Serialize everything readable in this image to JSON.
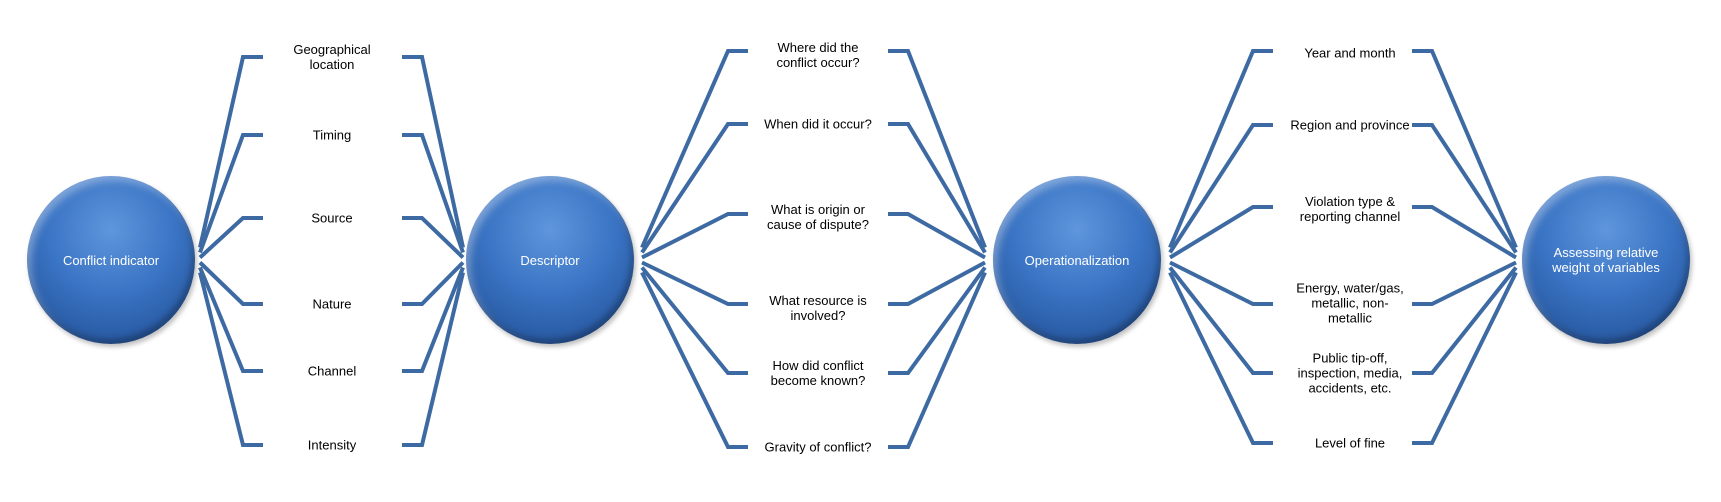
{
  "nodes": {
    "conflict_indicator": "Conflict indicator",
    "descriptor": "Descriptor",
    "operationalization": "Operationalization",
    "assessing": "Assessing relative weight of variables"
  },
  "group1": [
    "Geographical\nlocation",
    "Timing",
    "Source",
    "Nature",
    "Channel",
    "Intensity"
  ],
  "group2": [
    "Where did the\nconflict occur?",
    "When did it occur?",
    "What is origin  or\ncause of dispute?",
    "What resource is\ninvolved?",
    "How did conflict\nbecome known?",
    "Gravity of conflict?"
  ],
  "group3": [
    "Year and month",
    "Region and province",
    "Violation type &\nreporting channel",
    "Energy, water/gas,\nmetallic, non-\nmetallic",
    "Public tip-off,\ninspection, media,\naccidents, etc.",
    "Level of fine"
  ],
  "colors": {
    "line": "#3e6aa3",
    "node": "#3a74c4"
  }
}
